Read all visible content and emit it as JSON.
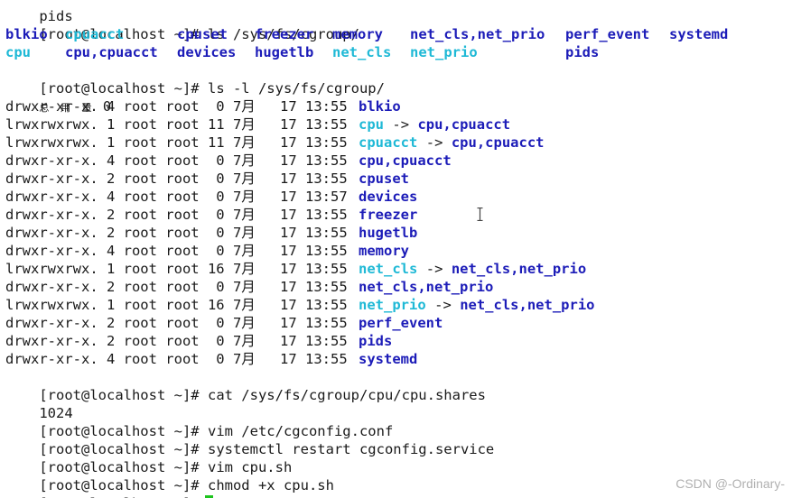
{
  "terminal": {
    "top_fragment": "pids",
    "prompt": "[root@localhost ~]#",
    "cmd_ls": "ls /sys/fs/cgroup/",
    "ls_row1": [
      "blkio",
      "cpuacct",
      "cpuset",
      "freezer",
      "memory",
      "net_cls,net_prio",
      "perf_event",
      "systemd"
    ],
    "ls_row2": [
      "cpu",
      "cpu,cpuacct",
      "devices",
      "hugetlb",
      "net_cls",
      "net_prio",
      "pids"
    ],
    "cmd_ls_l": "ls -l /sys/fs/cgroup/",
    "total_label": "总 用 量",
    "total_value": "0",
    "entries": [
      {
        "meta": "drwxr-xr-x. 4 root root  0 7月",
        "date": "17 13:55",
        "name": "blkio",
        "target": ""
      },
      {
        "meta": "lrwxrwxrwx. 1 root root 11 7月",
        "date": "17 13:55",
        "name": "cpu",
        "target": "cpu,cpuacct"
      },
      {
        "meta": "lrwxrwxrwx. 1 root root 11 7月",
        "date": "17 13:55",
        "name": "cpuacct",
        "target": "cpu,cpuacct"
      },
      {
        "meta": "drwxr-xr-x. 4 root root  0 7月",
        "date": "17 13:55",
        "name": "cpu,cpuacct",
        "target": ""
      },
      {
        "meta": "drwxr-xr-x. 2 root root  0 7月",
        "date": "17 13:55",
        "name": "cpuset",
        "target": ""
      },
      {
        "meta": "drwxr-xr-x. 4 root root  0 7月",
        "date": "17 13:57",
        "name": "devices",
        "target": ""
      },
      {
        "meta": "drwxr-xr-x. 2 root root  0 7月",
        "date": "17 13:55",
        "name": "freezer",
        "target": ""
      },
      {
        "meta": "drwxr-xr-x. 2 root root  0 7月",
        "date": "17 13:55",
        "name": "hugetlb",
        "target": ""
      },
      {
        "meta": "drwxr-xr-x. 4 root root  0 7月",
        "date": "17 13:55",
        "name": "memory",
        "target": ""
      },
      {
        "meta": "lrwxrwxrwx. 1 root root 16 7月",
        "date": "17 13:55",
        "name": "net_cls",
        "target": "net_cls,net_prio"
      },
      {
        "meta": "drwxr-xr-x. 2 root root  0 7月",
        "date": "17 13:55",
        "name": "net_cls,net_prio",
        "target": ""
      },
      {
        "meta": "lrwxrwxrwx. 1 root root 16 7月",
        "date": "17 13:55",
        "name": "net_prio",
        "target": "net_cls,net_prio"
      },
      {
        "meta": "drwxr-xr-x. 2 root root  0 7月",
        "date": "17 13:55",
        "name": "perf_event",
        "target": ""
      },
      {
        "meta": "drwxr-xr-x. 2 root root  0 7月",
        "date": "17 13:55",
        "name": "pids",
        "target": ""
      },
      {
        "meta": "drwxr-xr-x. 4 root root  0 7月",
        "date": "17 13:55",
        "name": "systemd",
        "target": ""
      }
    ],
    "arrow": "->",
    "cmd_cat": "cat /sys/fs/cgroup/cpu/cpu.shares",
    "cat_output": "1024",
    "cmd_vim_conf": "vim /etc/cgconfig.conf",
    "cmd_restart": "systemctl restart cgconfig.service",
    "cmd_vim_sh": "vim cpu.sh",
    "cmd_chmod": "chmod +x cpu.sh",
    "input_value": ""
  },
  "watermark": "CSDN @-Ordinary-",
  "colors": {
    "background": "#ffffff",
    "text": "#1a1a1a",
    "dir": "#1c1cb8",
    "symlink": "#1fb9d6",
    "cursor": "#1ec41e"
  },
  "icons": {
    "text_cursor": "i-beam-icon"
  }
}
